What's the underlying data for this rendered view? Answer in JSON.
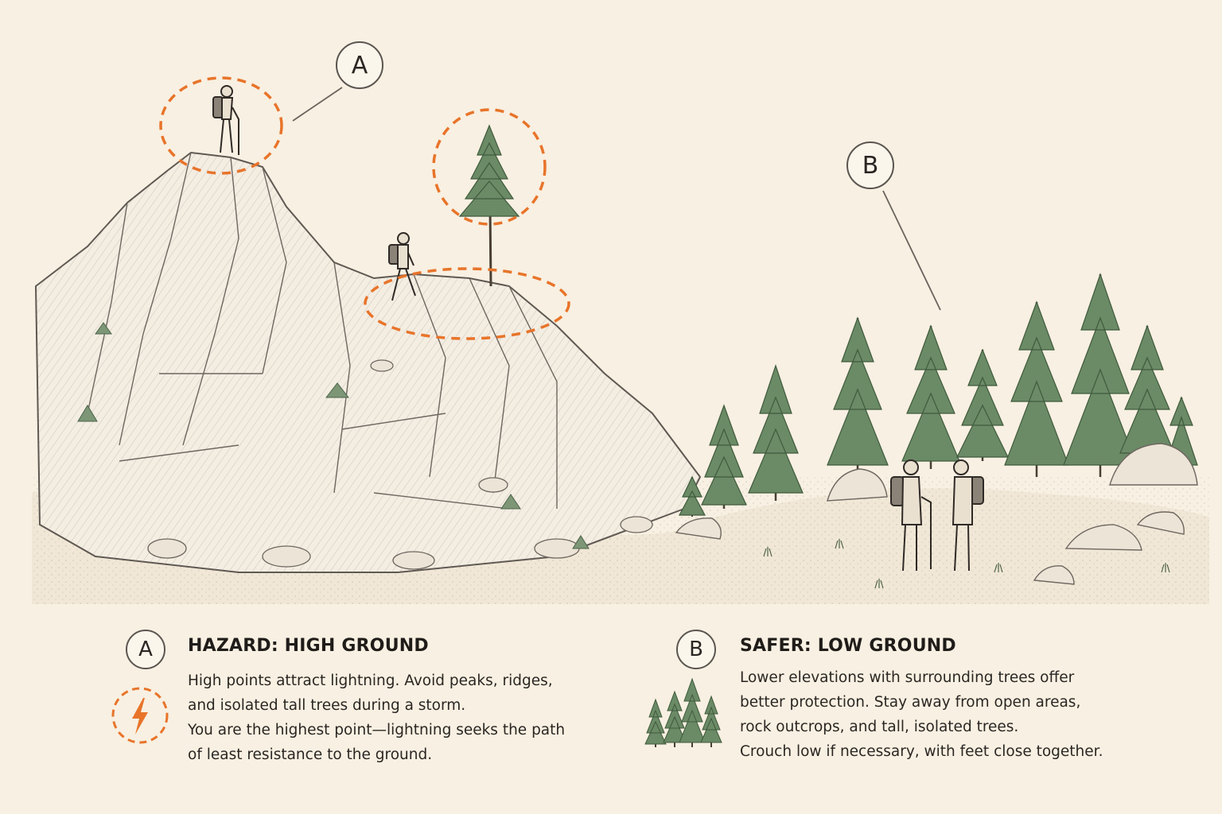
{
  "callouts": {
    "a": "A",
    "b": "B"
  },
  "legend": {
    "hazard": {
      "badge": "A",
      "title": "HAZARD: HIGH GROUND",
      "lines": [
        "High points attract lightning. Avoid peaks, ridges,",
        "and isolated tall trees during a storm.",
        "You are the highest point—lightning seeks the path",
        "of least resistance to the ground."
      ],
      "icon": "lightning-bolt-icon"
    },
    "safer": {
      "badge": "B",
      "title": "SAFER: LOW GROUND",
      "lines": [
        "Lower elevations with surrounding trees offer",
        "better protection. Stay away from open areas,",
        "rock outcrops, and tall, isolated trees.",
        "Crouch low if necessary, with feet close together."
      ],
      "icon": "pine-trees-icon"
    }
  },
  "colors": {
    "background": "#f8f0e2",
    "hazard_accent": "#e8742a",
    "tree_green": "#6b8a66",
    "rock_line": "#6e6760",
    "ink": "#2a2622"
  }
}
